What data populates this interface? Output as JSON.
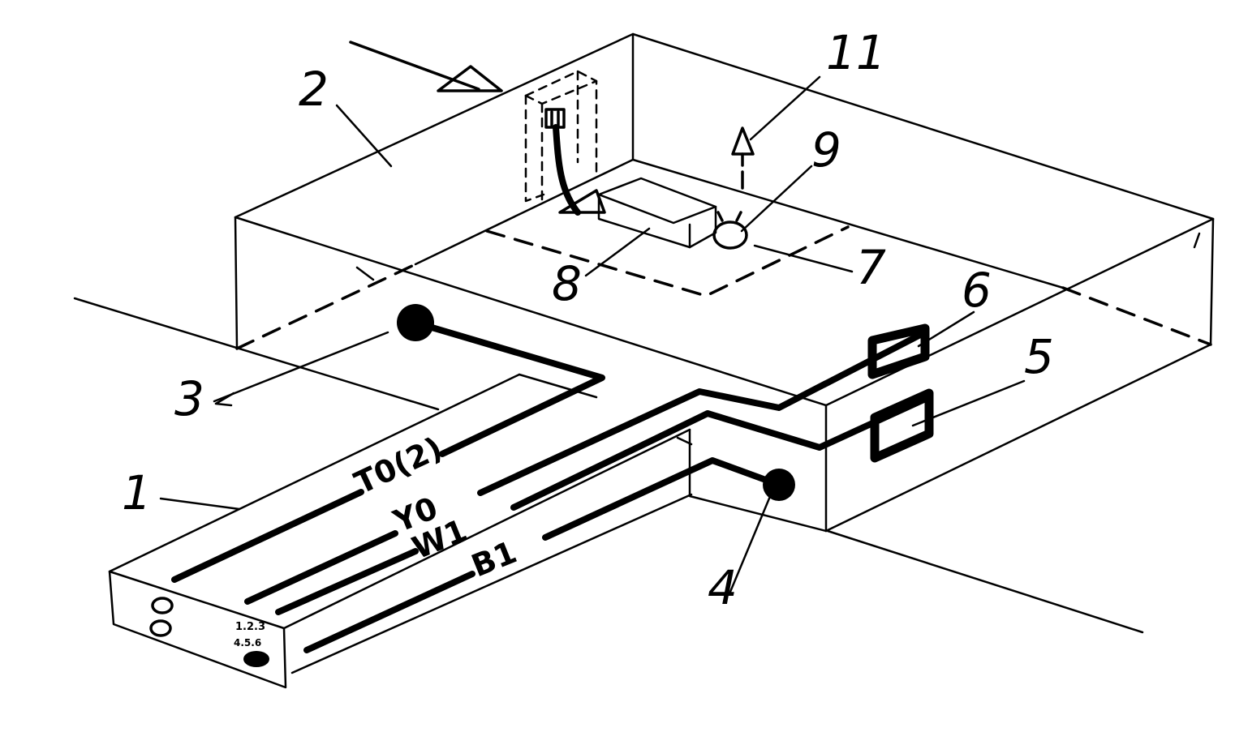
{
  "labels": {
    "n1": "1",
    "n2": "2",
    "n3": "3",
    "n4": "4",
    "n5": "5",
    "n6": "6",
    "n7": "7",
    "n8": "8",
    "n9": "9",
    "n11": "11"
  },
  "wires": {
    "t0": "T0(2)",
    "y0": "Y0",
    "w1": "W1",
    "b1": "B1"
  },
  "front_panel": {
    "mark_top": "1.2.3",
    "mark_bottom": "4.5.6"
  }
}
